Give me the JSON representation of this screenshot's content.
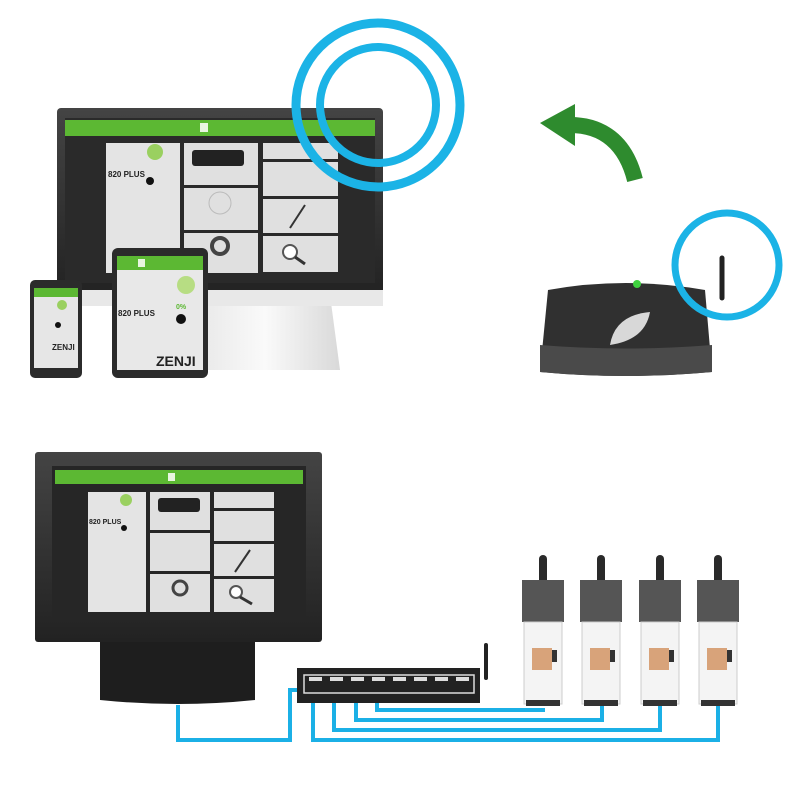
{
  "screen": {
    "model_label": "820 PLUS",
    "brand_label": "ZENJI",
    "percent_label": "0%"
  },
  "colors": {
    "cable": "#1bb0e6",
    "wifi_ring": "#1bb3e6",
    "accent_green": "#5cb833",
    "arrow_green": "#2e8b2e",
    "device_dark": "#2b2b2b"
  }
}
